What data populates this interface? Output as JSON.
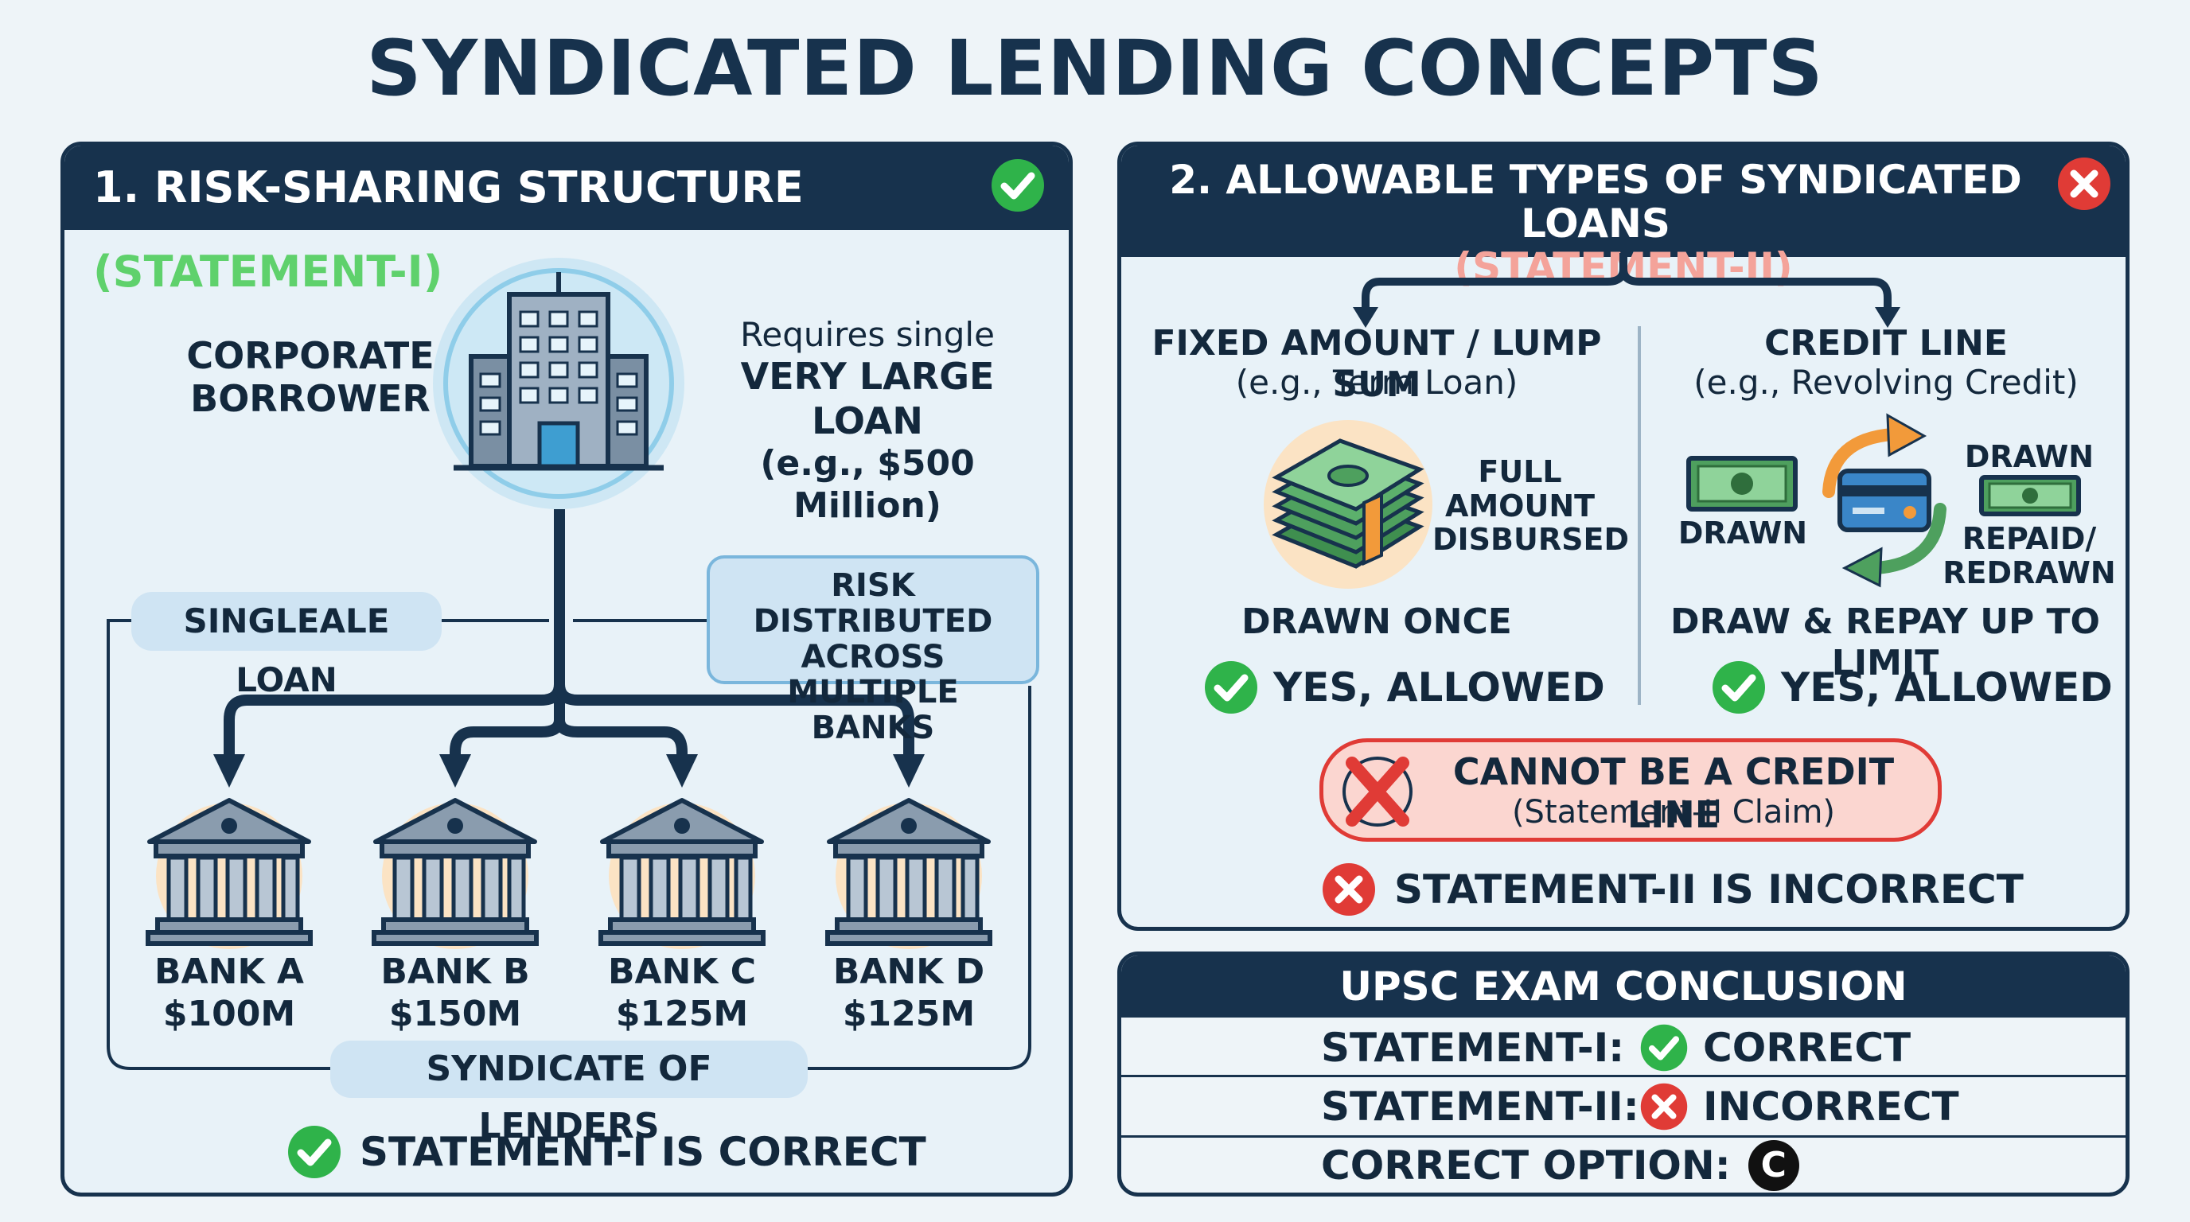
{
  "title": "SYNDICATED LENDING CONCEPTS",
  "panel1": {
    "heading": "1. RISK-SHARING STRUCTURE",
    "heading_tag": "(STATEMENT-I)",
    "borrower_label": "CORPORATE\nBORROWER",
    "loan_text_1": "Requires single",
    "loan_text_2": "VERY LARGE LOAN",
    "loan_text_3": "(e.g., $500 Million)",
    "single_loan": "SINGLEALE LOAN",
    "risk_box": "RISK DISTRIBUTED\nACROSS MULTIPLE\nBANKS",
    "banks": [
      {
        "name": "BANK A",
        "amount": "$100M"
      },
      {
        "name": "BANK B",
        "amount": "$150M"
      },
      {
        "name": "BANK C",
        "amount": "$125M"
      },
      {
        "name": "BANK D",
        "amount": "$125M"
      }
    ],
    "syndicate": "SYNDICATE OF LENDERS",
    "verdict": "STATEMENT-I IS CORRECT"
  },
  "panel2": {
    "heading": "2. ALLOWABLE TYPES OF SYNDICATED LOANS",
    "heading_tag": "(STATEMENT-II)",
    "left_title": "FIXED AMOUNT / LUMP SUM",
    "left_sub": "(e.g., Term Loan)",
    "full_amount": "FULL\nAMOUNT\nDISBURSED",
    "drawn_once": "DRAWN ONCE",
    "left_allowed": "YES, ALLOWED",
    "right_title": "CREDIT LINE",
    "right_sub": "(e.g., Revolving Credit)",
    "drawn_left": "DRAWN",
    "drawn_right": "DRAWN",
    "repaid": "REPAID/\nREDRAWN",
    "draw_repay": "DRAW & REPAY UP TO LIMIT",
    "right_allowed": "YES, ALLOWED",
    "claim_title": "CANNOT BE A CREDIT LINE",
    "claim_sub": "(Statement-II Claim)",
    "verdict": "STATEMENT-II IS INCORRECT"
  },
  "panel3": {
    "heading": "UPSC EXAM CONCLUSION",
    "rows": [
      {
        "label": "STATEMENT-I:",
        "value": "CORRECT"
      },
      {
        "label": "STATEMENT-II:",
        "value": "INCORRECT"
      },
      {
        "label": "CORRECT OPTION:",
        "value": "C"
      }
    ]
  },
  "colors": {
    "navy": "#17324d",
    "green": "#2fb34a",
    "red": "#e03b36",
    "salmon": "#f4a39a",
    "light_blue": "#cfe4f3",
    "cream": "#fbe3c4"
  }
}
